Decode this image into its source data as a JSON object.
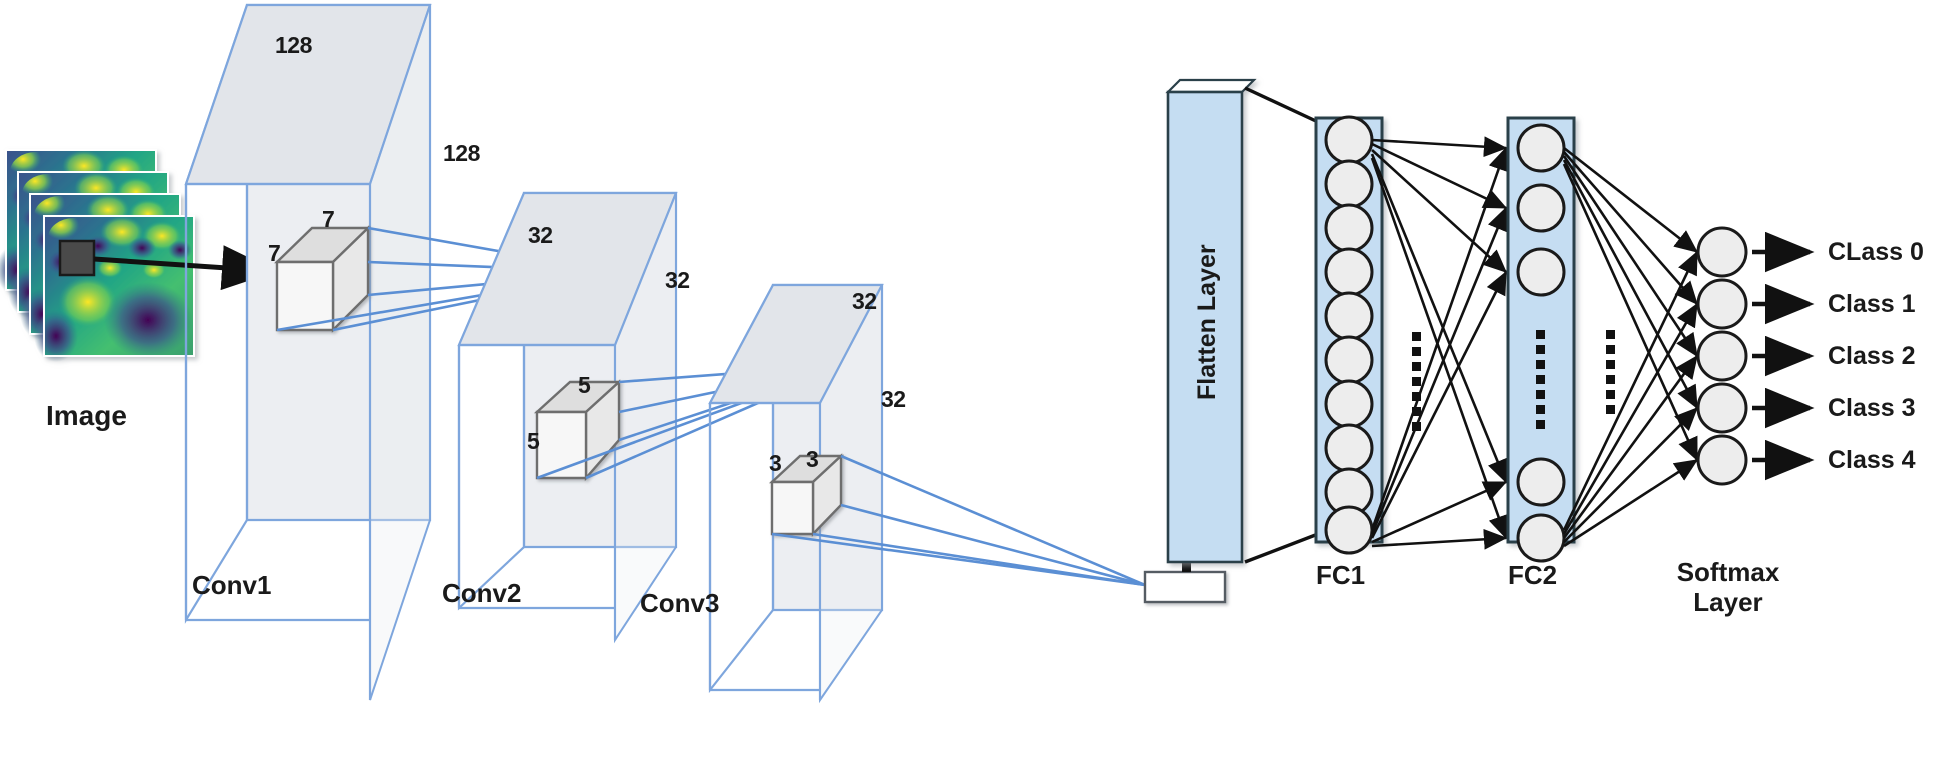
{
  "figure": {
    "type": "cnn-architecture-diagram",
    "title": "",
    "background_color": "#ffffff"
  },
  "colors": {
    "slab_edge": "#7ea6dd",
    "slab_face": "#eceef2",
    "slab_top": "#e2e5ea",
    "kernel_face": "#f7f7f7",
    "kernel_top": "#dedede",
    "kernel_edge": "#6e6e6e",
    "connector_blue": "#5b8fd4",
    "fc_bar_fill": "#c5ddf2",
    "fc_bar_edge": "#2b3f4a",
    "neuron_fill": "#ededed",
    "neuron_edge": "#1a1a1a",
    "arrow_black": "#111111",
    "text": "#1a1a1a",
    "patch_gray": "#4a4a4a"
  },
  "input": {
    "label": "Image",
    "stack_count": 4,
    "colormap": "viridis",
    "patch_name": "receptive-field-patch"
  },
  "conv_layers": [
    {
      "name": "Conv1",
      "label": "Conv1",
      "width_label": "128",
      "height_label": "128",
      "kernel": {
        "w_label": "7",
        "h_label": "7"
      }
    },
    {
      "name": "Conv2",
      "label": "Conv2",
      "width_label": "32",
      "height_label": "32",
      "kernel": {
        "w_label": "5",
        "h_label": "5"
      }
    },
    {
      "name": "Conv3",
      "label": "Conv3",
      "width_label": "32",
      "height_label": "32",
      "kernel": {
        "w_label": "3",
        "h_label": "3"
      }
    }
  ],
  "flatten": {
    "label": "Flatten Layer"
  },
  "fc_layers": [
    {
      "name": "FC1",
      "label": "FC1",
      "visible_neurons": 11,
      "has_ellipsis": true
    },
    {
      "name": "FC2",
      "label": "FC2",
      "visible_neurons": 5,
      "has_ellipsis": true
    }
  ],
  "softmax": {
    "label_line1": "Softmax",
    "label_line2": "Layer",
    "neuron_count": 5
  },
  "classes": [
    {
      "label": "CLass 0"
    },
    {
      "label": "Class 1"
    },
    {
      "label": "Class 2"
    },
    {
      "label": "Class 3"
    },
    {
      "label": "Class 4"
    }
  ]
}
